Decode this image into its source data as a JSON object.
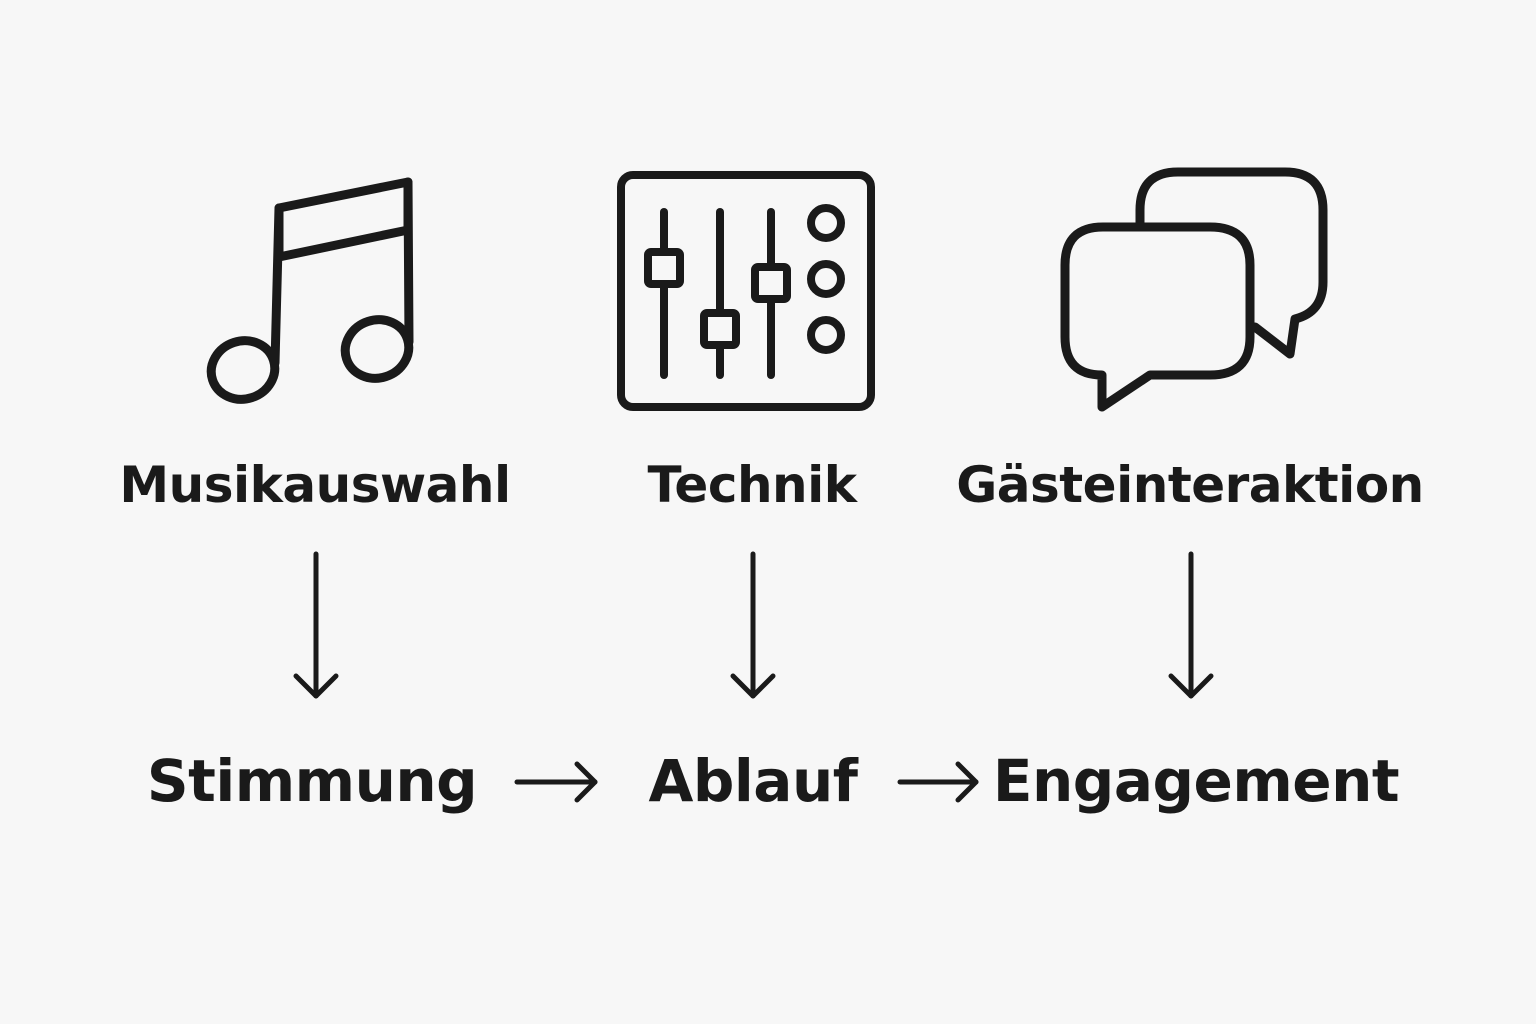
{
  "categories": [
    {
      "label": "Musikauswahl",
      "icon": "music-note-icon"
    },
    {
      "label": "Technik",
      "icon": "mixer-sliders-icon"
    },
    {
      "label": "Gästeinteraktion",
      "icon": "chat-bubbles-icon"
    }
  ],
  "outcomes": [
    {
      "label": "Stimmung"
    },
    {
      "label": "Ablauf"
    },
    {
      "label": "Engagement"
    }
  ],
  "colors": {
    "background": "#f7f7f7",
    "stroke": "#1a1a1a"
  }
}
